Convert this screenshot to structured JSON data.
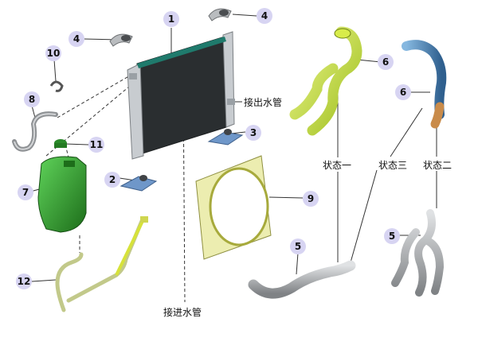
{
  "colors": {
    "badge_fill": "#d7d4f2",
    "radiator_core": "#2a2e30",
    "radiator_frame": "#c8ccd0",
    "hose_yellow": "#c6e24a",
    "hose_blue": "#4e86b8",
    "hose_copper": "#c98b4a",
    "tank_green": "#2f9b2a",
    "shroud_fill": "#ecedb0",
    "pipe_grey": "#a7a9ab",
    "bracket_blue": "#6f97c9"
  },
  "callouts": [
    {
      "id": "c1",
      "text": "1"
    },
    {
      "id": "c2",
      "text": "2"
    },
    {
      "id": "c3",
      "text": "3"
    },
    {
      "id": "c4a",
      "text": "4"
    },
    {
      "id": "c4b",
      "text": "4"
    },
    {
      "id": "c5a",
      "text": "5"
    },
    {
      "id": "c5b",
      "text": "5"
    },
    {
      "id": "c6a",
      "text": "6"
    },
    {
      "id": "c6b",
      "text": "6"
    },
    {
      "id": "c7",
      "text": "7"
    },
    {
      "id": "c8",
      "text": "8"
    },
    {
      "id": "c9",
      "text": "9"
    },
    {
      "id": "c10",
      "text": "10"
    },
    {
      "id": "c11",
      "text": "11"
    },
    {
      "id": "c12",
      "text": "12"
    }
  ],
  "labels": {
    "outlet_pipe": "接出水管",
    "inlet_pipe": "接进水管",
    "state_one": "状态一",
    "state_three": "状态三",
    "state_two": "状态二"
  }
}
